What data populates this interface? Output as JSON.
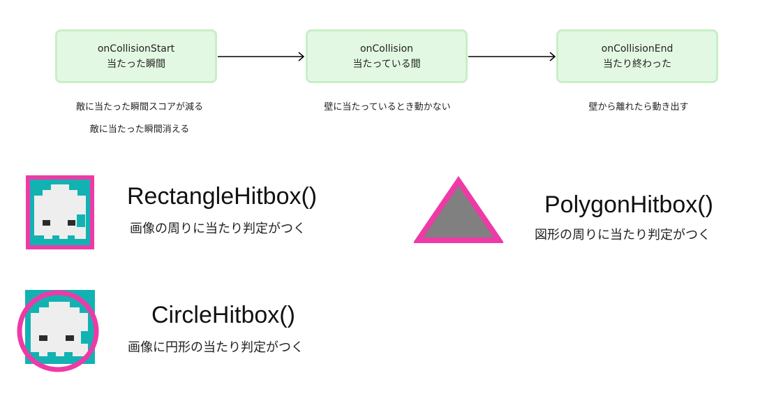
{
  "events": [
    {
      "name": "onCollisionStart",
      "meaning": "当たった瞬間",
      "notes": [
        "敵に当たった瞬間スコアが減る",
        "敵に当たった瞬間消える"
      ]
    },
    {
      "name": "onCollision",
      "meaning": "当たっている間",
      "notes": [
        "壁に当たっているとき動かない"
      ]
    },
    {
      "name": "onCollisionEnd",
      "meaning": "当たり終わった",
      "notes": [
        "壁から離れたら動き出す"
      ]
    }
  ],
  "hitboxes": {
    "rectangle": {
      "title": "RectangleHitbox()",
      "description": "画像の周りに当たり判定がつく"
    },
    "polygon": {
      "title": "PolygonHitbox()",
      "description": "図形の周りに当たり判定がつく"
    },
    "circle": {
      "title": "CircleHitbox()",
      "description": "画像に円形の当たり判定がつく"
    }
  },
  "colors": {
    "box_fill": "#e3f8e2",
    "box_border": "#c9eec8",
    "hitbox_outline": "#ee3aa6",
    "sprite_background": "#13b2b2",
    "sprite_body": "#eeeeee",
    "polygon_fill": "#808080"
  }
}
